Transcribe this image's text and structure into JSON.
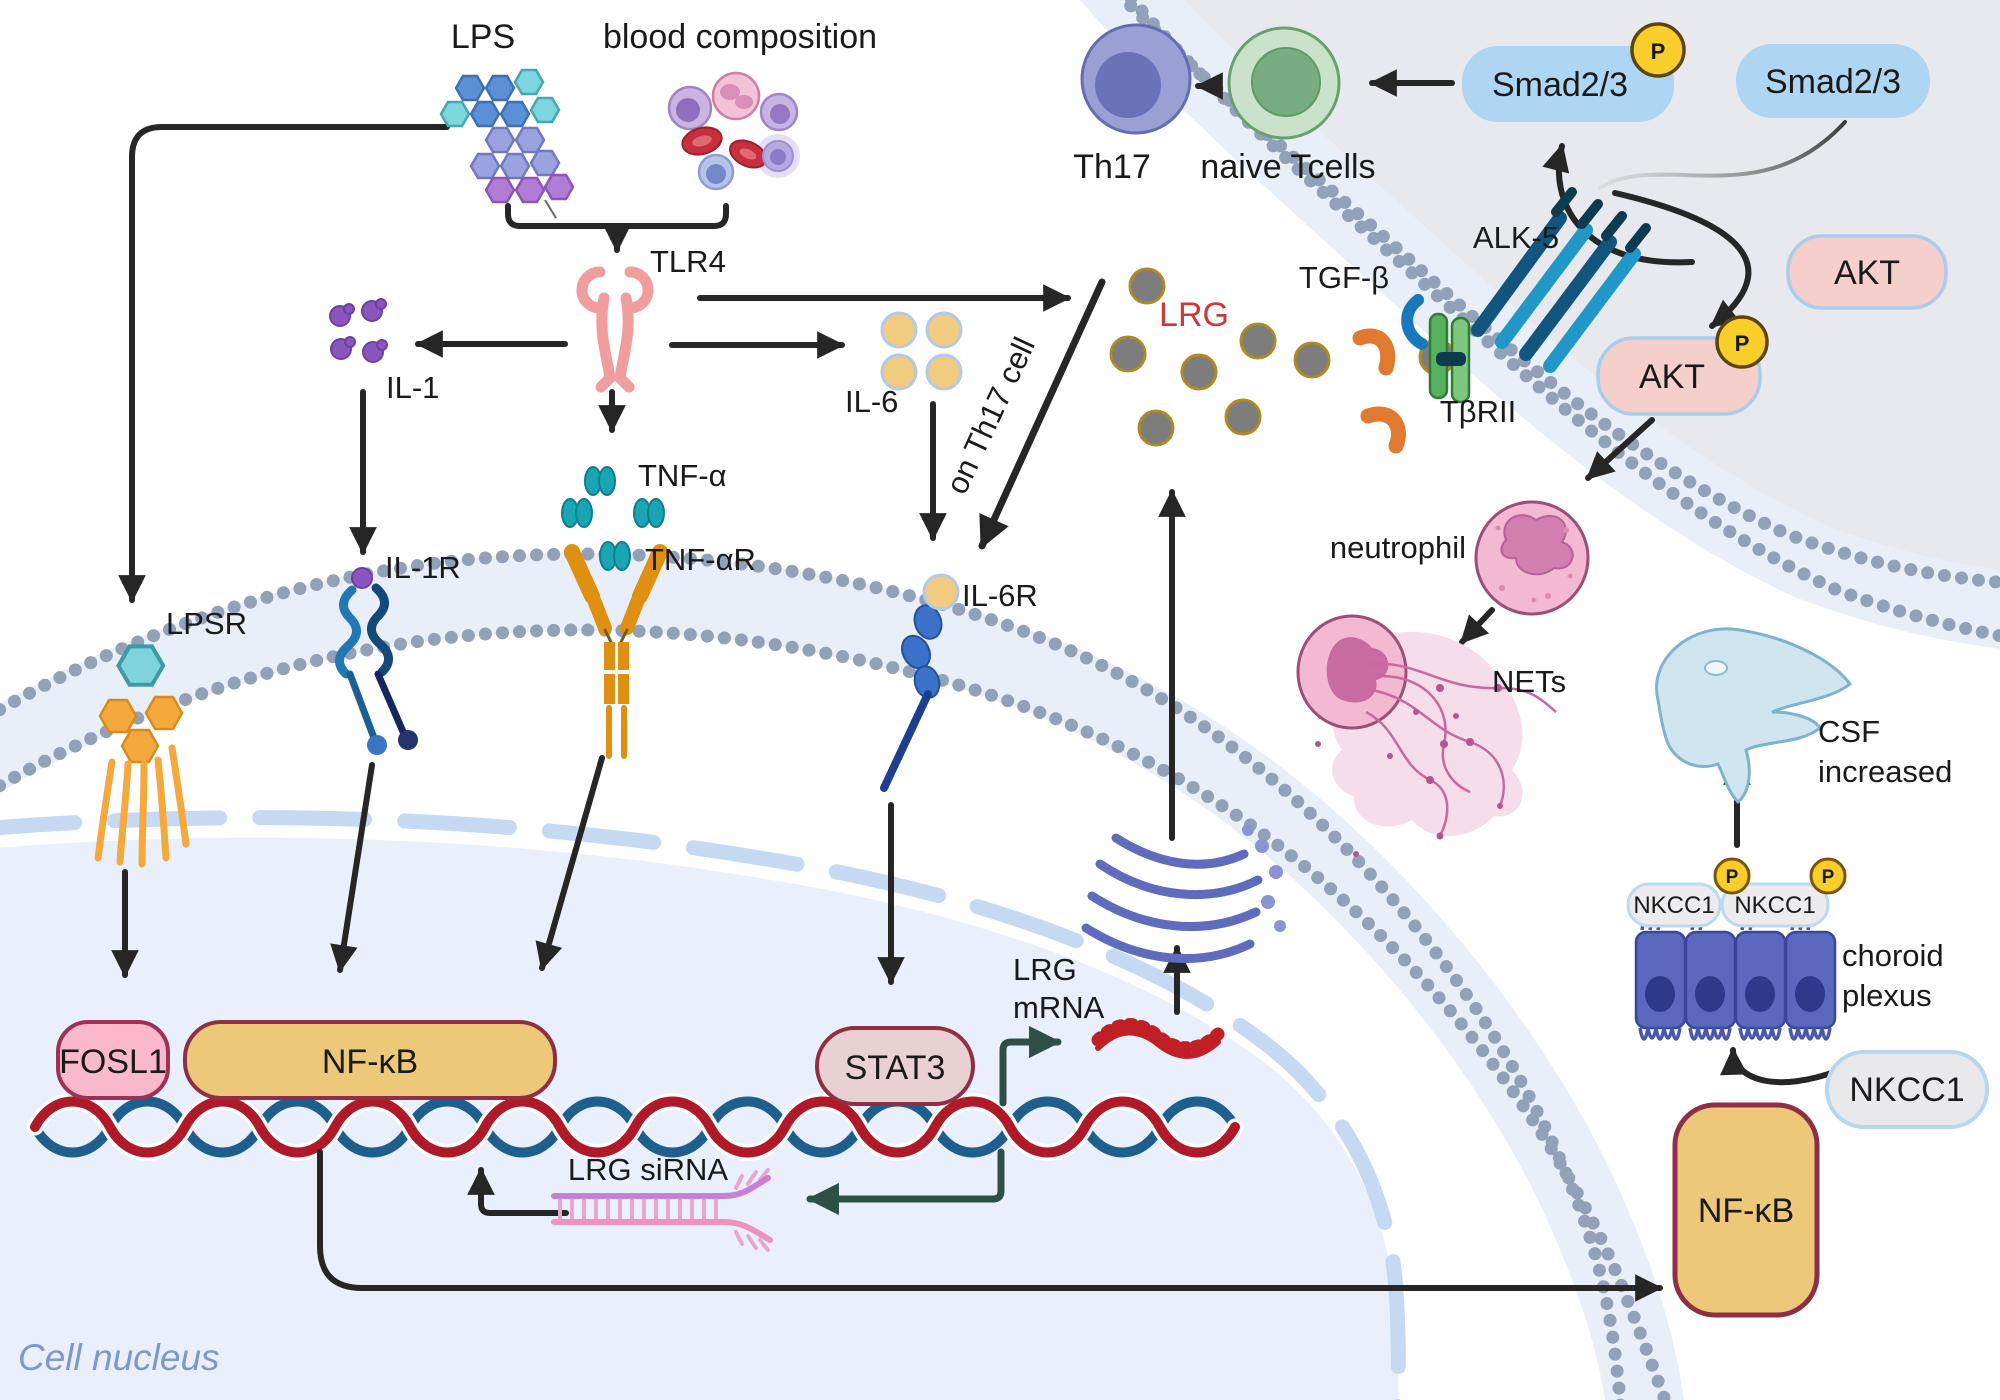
{
  "diagram_title": "LRG inflammatory signaling pathway (LPS/TLR4 to NF-κB, LRG secretion, TGF-β/Smad, Th17, NETs, choroid plexus NKCC1, CSF increase)",
  "labels": {
    "lps": "LPS",
    "blood_composition": "blood composition",
    "tlr4": "TLR4",
    "il1": "IL-1",
    "il1r": "IL-1R",
    "tnf_alpha": "TNF-α",
    "tnf_alpha_r": "TNF-αR",
    "il6": "IL-6",
    "il6r": "IL-6R",
    "on_th17_cell": "on Th17 cell",
    "lrg": "LRG",
    "tgf_beta": "TGF-β",
    "alk5": "ALK-5",
    "tbrii": "TβRII",
    "th17": "Th17",
    "naive_tcells": "naive Tcells",
    "smad23": "Smad2/3",
    "akt": "AKT",
    "phospho": "P",
    "lpsr": "LPSR",
    "neutrophil": "neutrophil",
    "nets": "NETs",
    "csf_line1": "CSF",
    "csf_line2": "increased",
    "nkcc1": "NKCC1",
    "choroid_line1": "choroid",
    "choroid_line2": "plexus",
    "fosl1": "FOSL1",
    "nfkb": "NF-κB",
    "stat3": "STAT3",
    "lrg_mrna_line1": "LRG",
    "lrg_mrna_line2": "mRNA",
    "lrg_sirna": "LRG siRNA",
    "cell_nucleus": "Cell nucleus"
  },
  "colors": {
    "lrg_red": "#cf3935",
    "dna_red": "#b01927",
    "dna_blue": "#1e5f8e",
    "nfkb_fill": "#ecc878",
    "nfkb_border": "#8e2f46",
    "fosl1_fill": "#f9b8cc",
    "stat3_fill": "#e8d0d3",
    "smad_fill": "#aed5f1",
    "akt_fill": "#f5cfcb",
    "phospho_fill": "#f7ce2a",
    "membrane_dot": "#93a1b8",
    "nucleus_fill": "#e9f0fb",
    "envelope": "#c5daf2",
    "gray_cell": "#e7e9ee",
    "teal_arrow": "#2e4f48",
    "arrow_black": "#262626"
  }
}
